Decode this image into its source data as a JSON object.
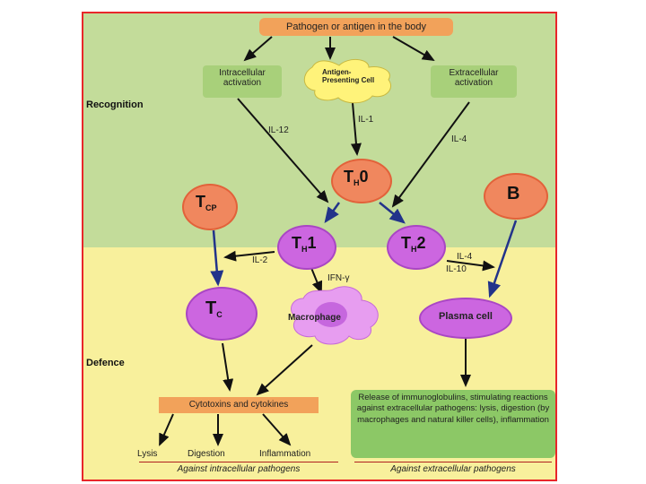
{
  "top_box": "Pathogen or antigen in the body",
  "intracellular_activation": "Intracellular activation",
  "apc_label": "Antigen-Presenting Cell",
  "extracellular_activation": "Extracellular activation",
  "sections": {
    "recognition": "Recognition",
    "defence": "Defence"
  },
  "cytokine_labels": {
    "il12": "IL-12",
    "il1": "IL-1",
    "il4_top": "IL-4",
    "il2": "IL-2",
    "ifn": "IFN-γ",
    "il4_right": "IL-4",
    "il10": "IL-10"
  },
  "cells": {
    "th0": {
      "main": "T",
      "sub": "H",
      "tail": "0"
    },
    "tcp": {
      "main": "T",
      "sub": "CP"
    },
    "b": {
      "main": "B"
    },
    "th1": {
      "main": "T",
      "sub": "H",
      "tail": "1"
    },
    "th2": {
      "main": "T",
      "sub": "H",
      "tail": "2"
    },
    "tc": {
      "main": "T",
      "sub": "C"
    },
    "macrophage": "Macrophage",
    "plasma": "Plasma cell"
  },
  "cytotoxins_box": "Cytotoxins and cytokines",
  "release_box": "Release of immunoglobulins, stimulating reactions against extracellular pathogens: lysis, digestion (by macrophages and natural killer cells), inflammation",
  "outcomes": {
    "lysis": "Lysis",
    "digestion": "Digestion",
    "inflammation": "Inflammation"
  },
  "footers": {
    "intracellular": "Against intracellular pathogens",
    "extracellular": "Against extracellular pathogens"
  },
  "colors": {
    "frame": "#e8262a",
    "recognition_bg": "#c3dc9a",
    "defence_bg": "#f8f09c",
    "orange_box": "#f2a25a",
    "th_orange": "#f0875e",
    "lymph_purple": "#cc66e0",
    "release_green": "#8cc866",
    "apc_yellow": "#fff37a",
    "arrow_navy": "#22338a"
  }
}
